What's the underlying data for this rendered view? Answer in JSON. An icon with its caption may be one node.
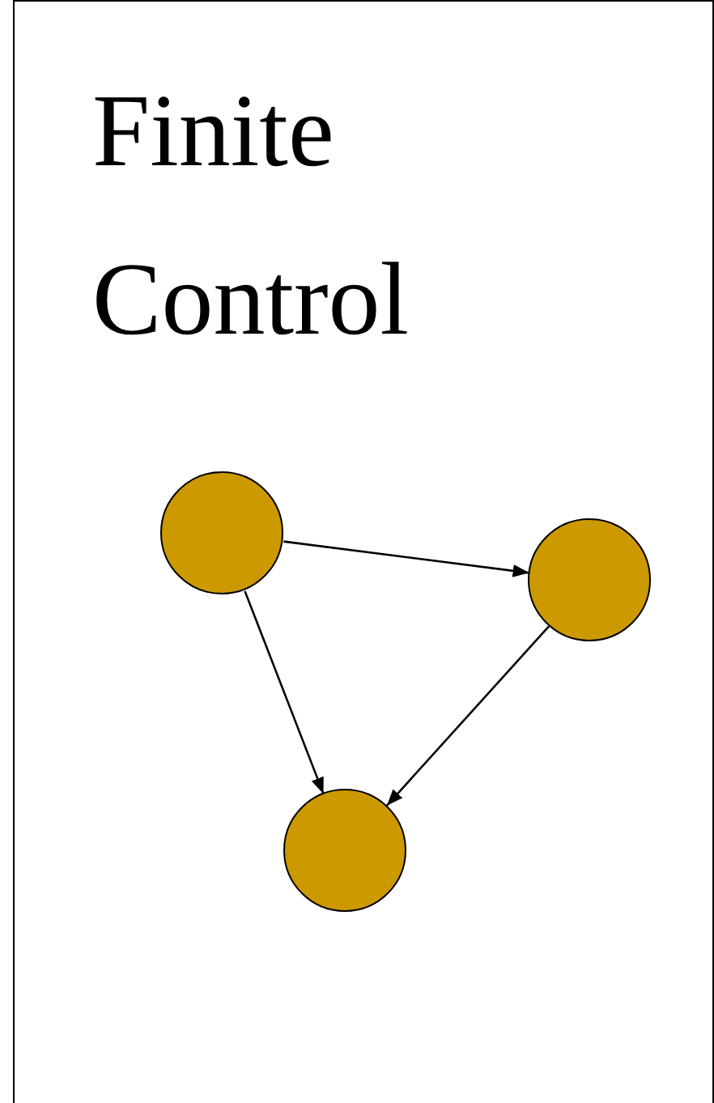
{
  "diagram": {
    "nodes": [
      {
        "text": [
          "Finite Control"
        ]
      },
      {
        "text": [],
        "shape": "circle",
        "in": 0
      },
      {
        "text": [],
        "shape": "circle",
        "in": 0
      },
      {
        "text": [],
        "shape": "circle",
        "in": 0
      }
    ],
    "edges": [
      {
        "from": 1,
        "to": 2,
        "arrow": "to"
      },
      {
        "from": 1,
        "to": 3,
        "arrow": "to"
      },
      {
        "from": 2,
        "to": 3,
        "arrow": "to"
      }
    ]
  }
}
